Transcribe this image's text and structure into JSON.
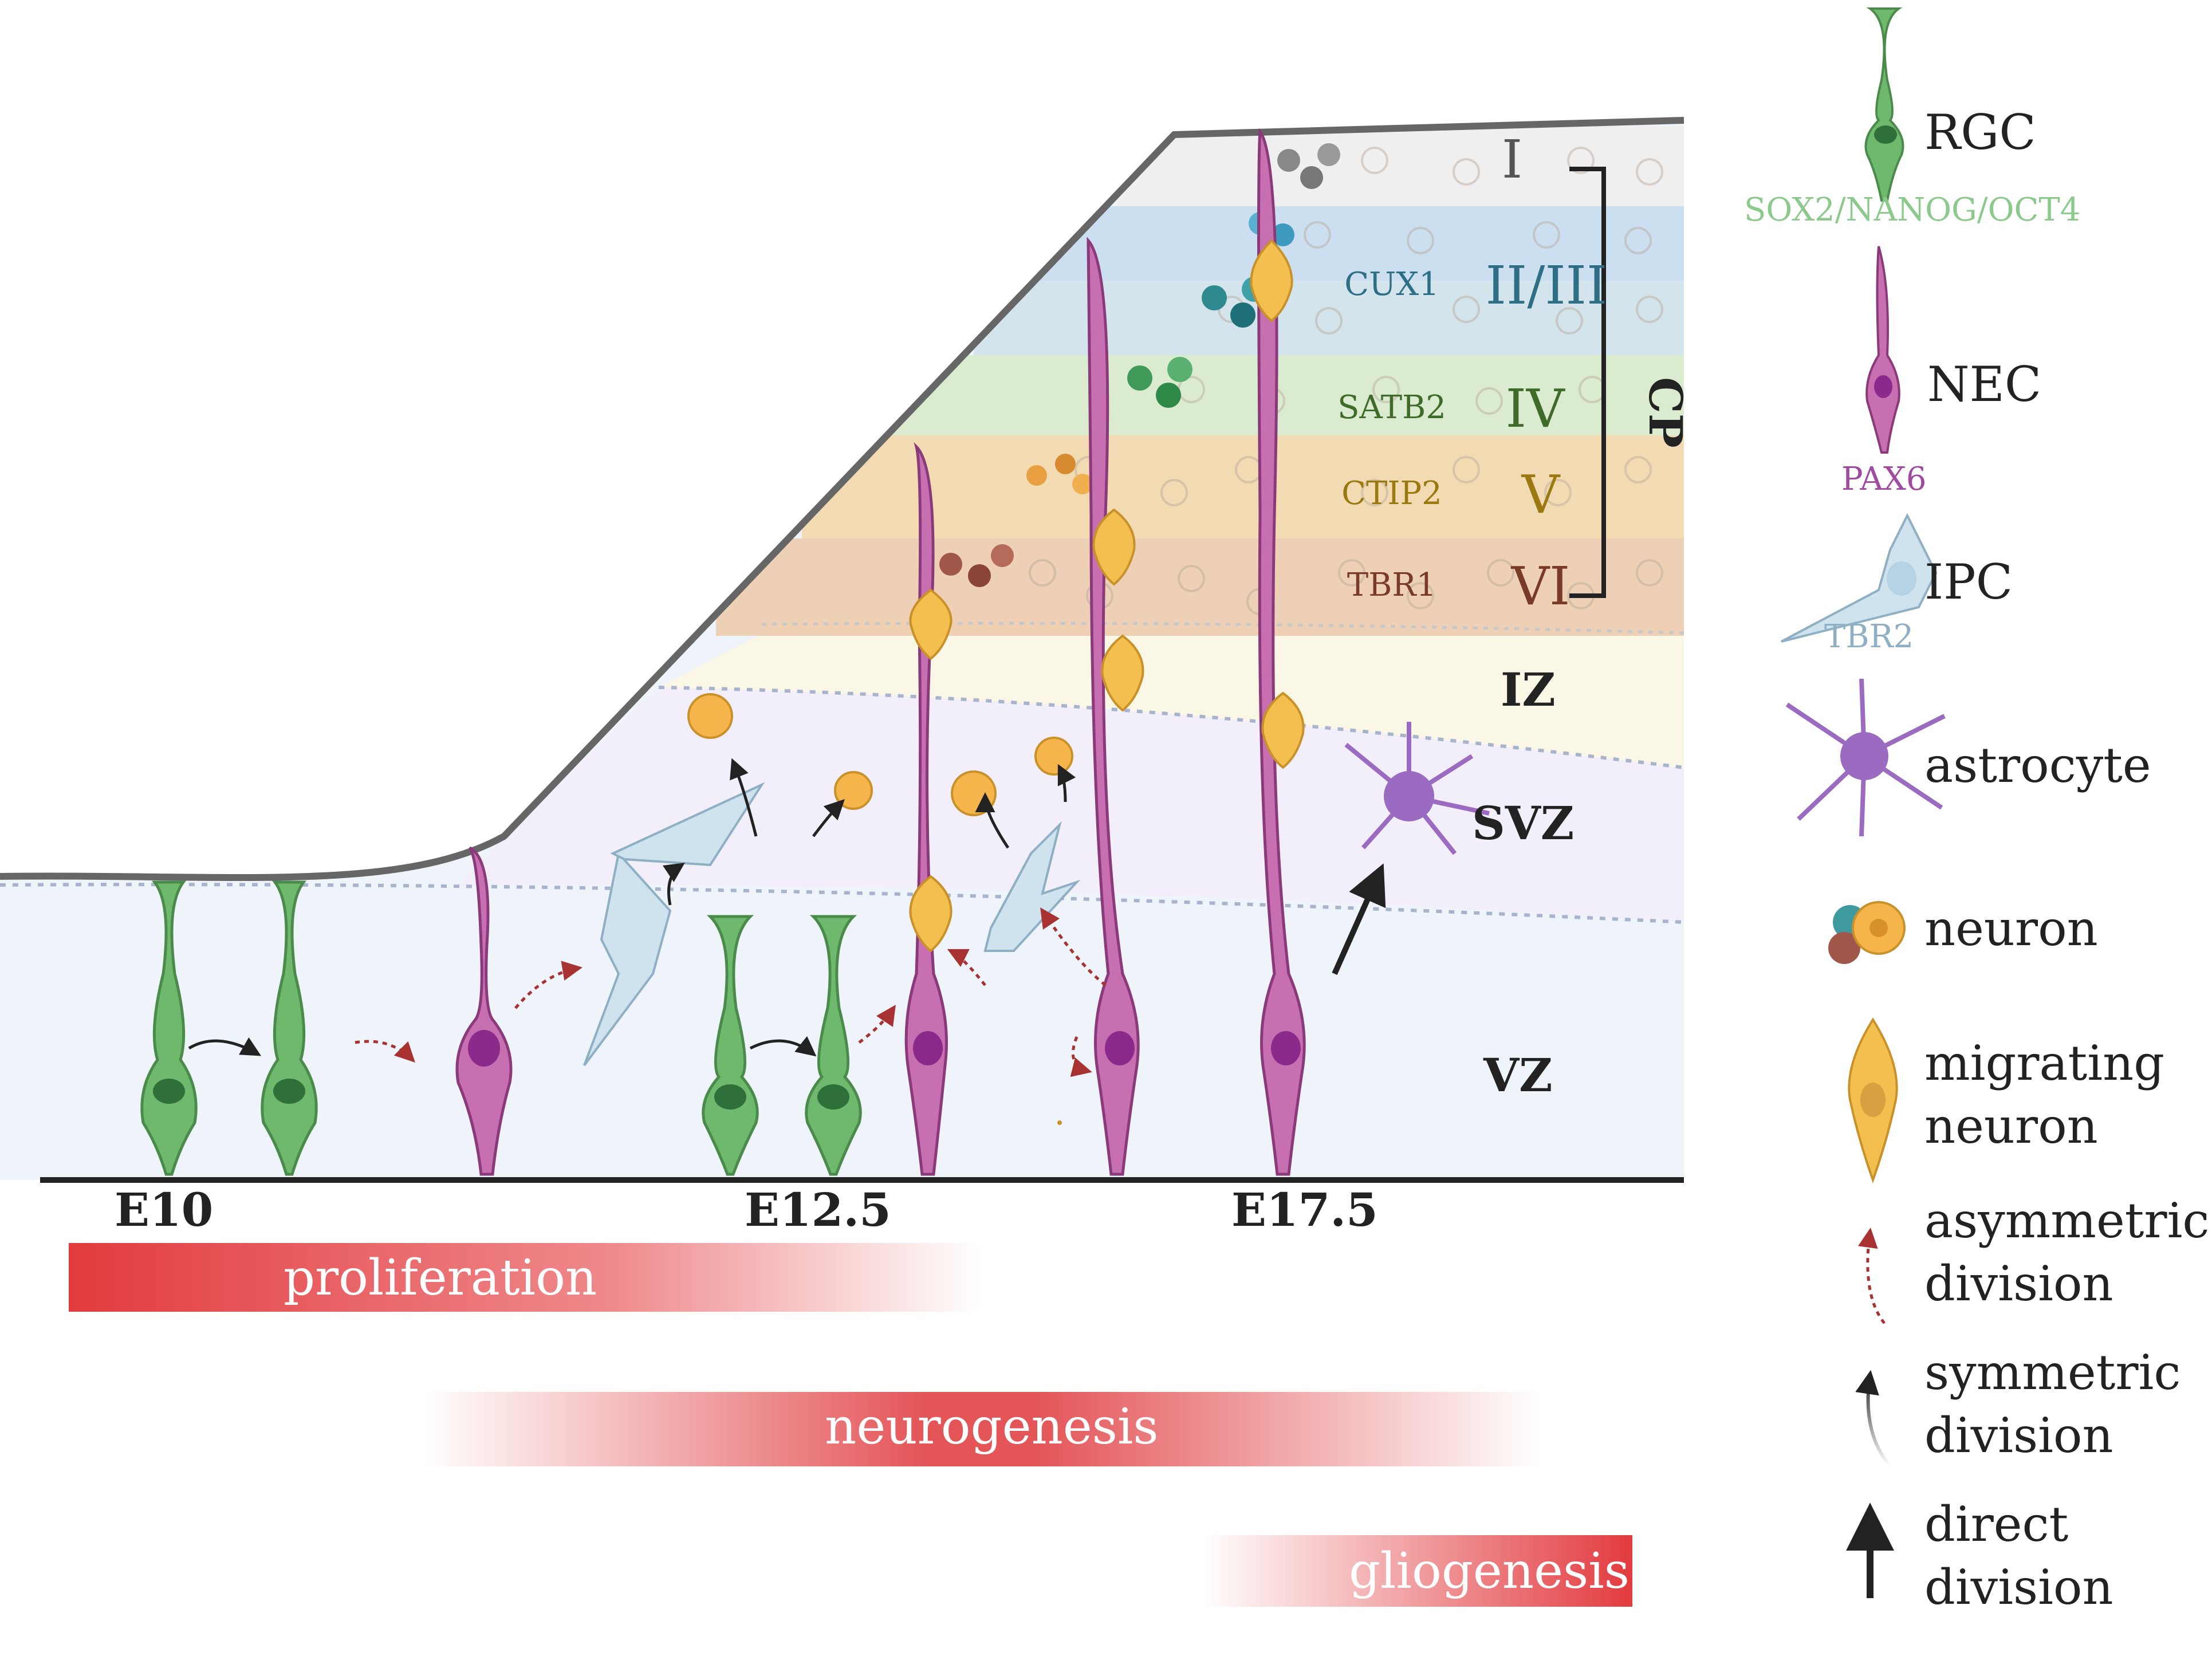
{
  "zones": {
    "vz": "VZ",
    "svz": "SVZ",
    "iz": "IZ",
    "cp": "CP"
  },
  "layers": [
    {
      "numeral": "I",
      "marker": "",
      "color": "#555555"
    },
    {
      "numeral": "II/III",
      "marker": "CUX1",
      "color": "#2f6f86"
    },
    {
      "numeral": "IV",
      "marker": "SATB2",
      "color": "#3f6b2a"
    },
    {
      "numeral": "V",
      "marker": "CTIP2",
      "color": "#9a7a10"
    },
    {
      "numeral": "VI",
      "marker": "TBR1",
      "color": "#7a3a28"
    }
  ],
  "timepoints": [
    "E10",
    "E12.5",
    "E17.5"
  ],
  "bars": {
    "proliferation": "proliferation",
    "neurogenesis": "neurogenesis",
    "gliogenesis": "gliogenesis",
    "color": "#e23b3f"
  },
  "legend": {
    "rgc": {
      "label": "RGC",
      "sub": "SOX2/NANOG/OCT4",
      "color": "#5da55d",
      "sub_color": "#8cc98c"
    },
    "nec": {
      "label": "NEC",
      "sub": "PAX6",
      "color": "#c46bb0",
      "sub_color": "#a04aa0"
    },
    "ipc": {
      "label": "IPC",
      "sub": "TBR2",
      "color": "#a9cfe0",
      "sub_color": "#8fb0c4"
    },
    "astrocyte": {
      "label": "astrocyte",
      "color": "#9a6bc0"
    },
    "neuron": {
      "label": "neuron",
      "color": "#f0a830"
    },
    "migrating": {
      "label1": "migrating",
      "label2": "neuron",
      "color": "#f3c050"
    },
    "asym": {
      "label1": "asymmetric",
      "label2": "division",
      "color": "#a83232"
    },
    "sym": {
      "label1": "symmetric",
      "label2": "division"
    },
    "direct": {
      "label1": "direct",
      "label2": "division"
    }
  }
}
